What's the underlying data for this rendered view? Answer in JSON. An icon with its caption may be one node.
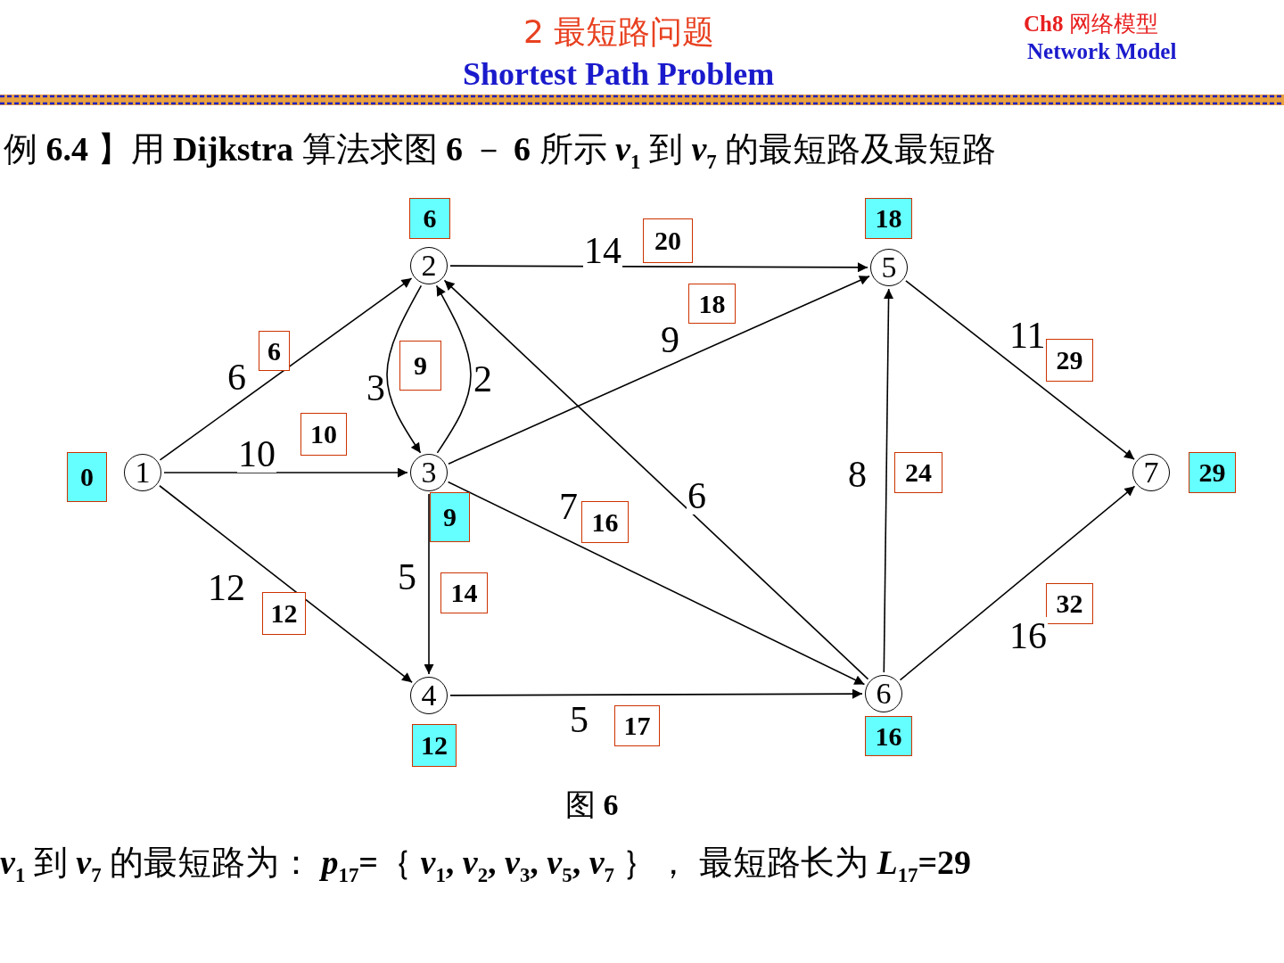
{
  "diagram": {
    "title": "2  最短路问题",
    "caption": "图 **6**",
    "nodes": [
      {
        "text": [
          "1"
        ],
        "beside": [
          "0"
        ]
      },
      {
        "text": [
          "2"
        ],
        "beside": [
          "6"
        ]
      },
      {
        "text": [
          "3"
        ],
        "beside": [
          "9"
        ]
      },
      {
        "text": [
          "4"
        ],
        "beside": [
          "12"
        ]
      },
      {
        "text": [
          "5"
        ],
        "beside": [
          "18"
        ]
      },
      {
        "text": [
          "6"
        ],
        "beside": [
          "16"
        ]
      },
      {
        "text": [
          "7"
        ],
        "beside": [
          "29"
        ]
      },
      {
        "text": [
          "20"
        ]
      },
      {
        "text": [
          "18"
        ]
      },
      {
        "text": [
          "6"
        ]
      },
      {
        "text": [
          "29"
        ]
      },
      {
        "text": [
          "9"
        ]
      },
      {
        "text": [
          "10"
        ]
      },
      {
        "text": [
          "24"
        ]
      },
      {
        "text": [
          "16"
        ]
      },
      {
        "text": [
          "14"
        ]
      },
      {
        "text": [
          "32"
        ]
      },
      {
        "text": [
          "12"
        ]
      },
      {
        "text": [
          "17"
        ]
      }
    ],
    "edges": [
      {
        "from": 0,
        "to": 1,
        "arrow": "to",
        "label": "6"
      },
      {
        "from": 0,
        "to": 2,
        "arrow": "to",
        "label": "10"
      },
      {
        "from": 0,
        "to": 3,
        "arrow": "to",
        "label": "12"
      },
      {
        "from": 1,
        "to": 2,
        "arrow": "to",
        "label": "3"
      },
      {
        "from": 2,
        "to": 1,
        "arrow": "to",
        "label": "2"
      },
      {
        "from": 1,
        "to": 4,
        "arrow": "to",
        "label": "14"
      },
      {
        "from": 2,
        "to": 4,
        "arrow": "to",
        "label": "9"
      },
      {
        "from": 5,
        "to": 1,
        "arrow": "to",
        "label": "6"
      },
      {
        "from": 2,
        "to": 5,
        "arrow": "to",
        "label": "7"
      },
      {
        "from": 2,
        "to": 3,
        "arrow": "to",
        "label": "5"
      },
      {
        "from": 3,
        "to": 5,
        "arrow": "to",
        "label": "5"
      },
      {
        "from": 5,
        "to": 4,
        "arrow": "to",
        "label": "8"
      },
      {
        "from": 4,
        "to": 6,
        "arrow": "to",
        "label": "11"
      },
      {
        "from": 5,
        "to": 6,
        "arrow": "to",
        "label": "16"
      }
    ],
    "labels": [
      "Shortest Path Problem",
      "**Ch8**  网络模型",
      "Network Model",
      "例 **6.4** 】用 **Dijkstra** 算法求图 **6** － **6**  所示 *v*$_{1}$ 到 *v*$_{7}$ 的最短路及最短路",
      "*v*$_{1}$  到 *v*$_{7}$ 的最短路为：  *p*$_{17}$**=**｛  *v*$_{1}$**,** *v*$_{2}$**,** *v*$_{3}$**,** *v*$_{5}$**,** *v*$_{7}$  ｝，  最短路长为 *L*$_{17}$**=29**"
    ]
  }
}
